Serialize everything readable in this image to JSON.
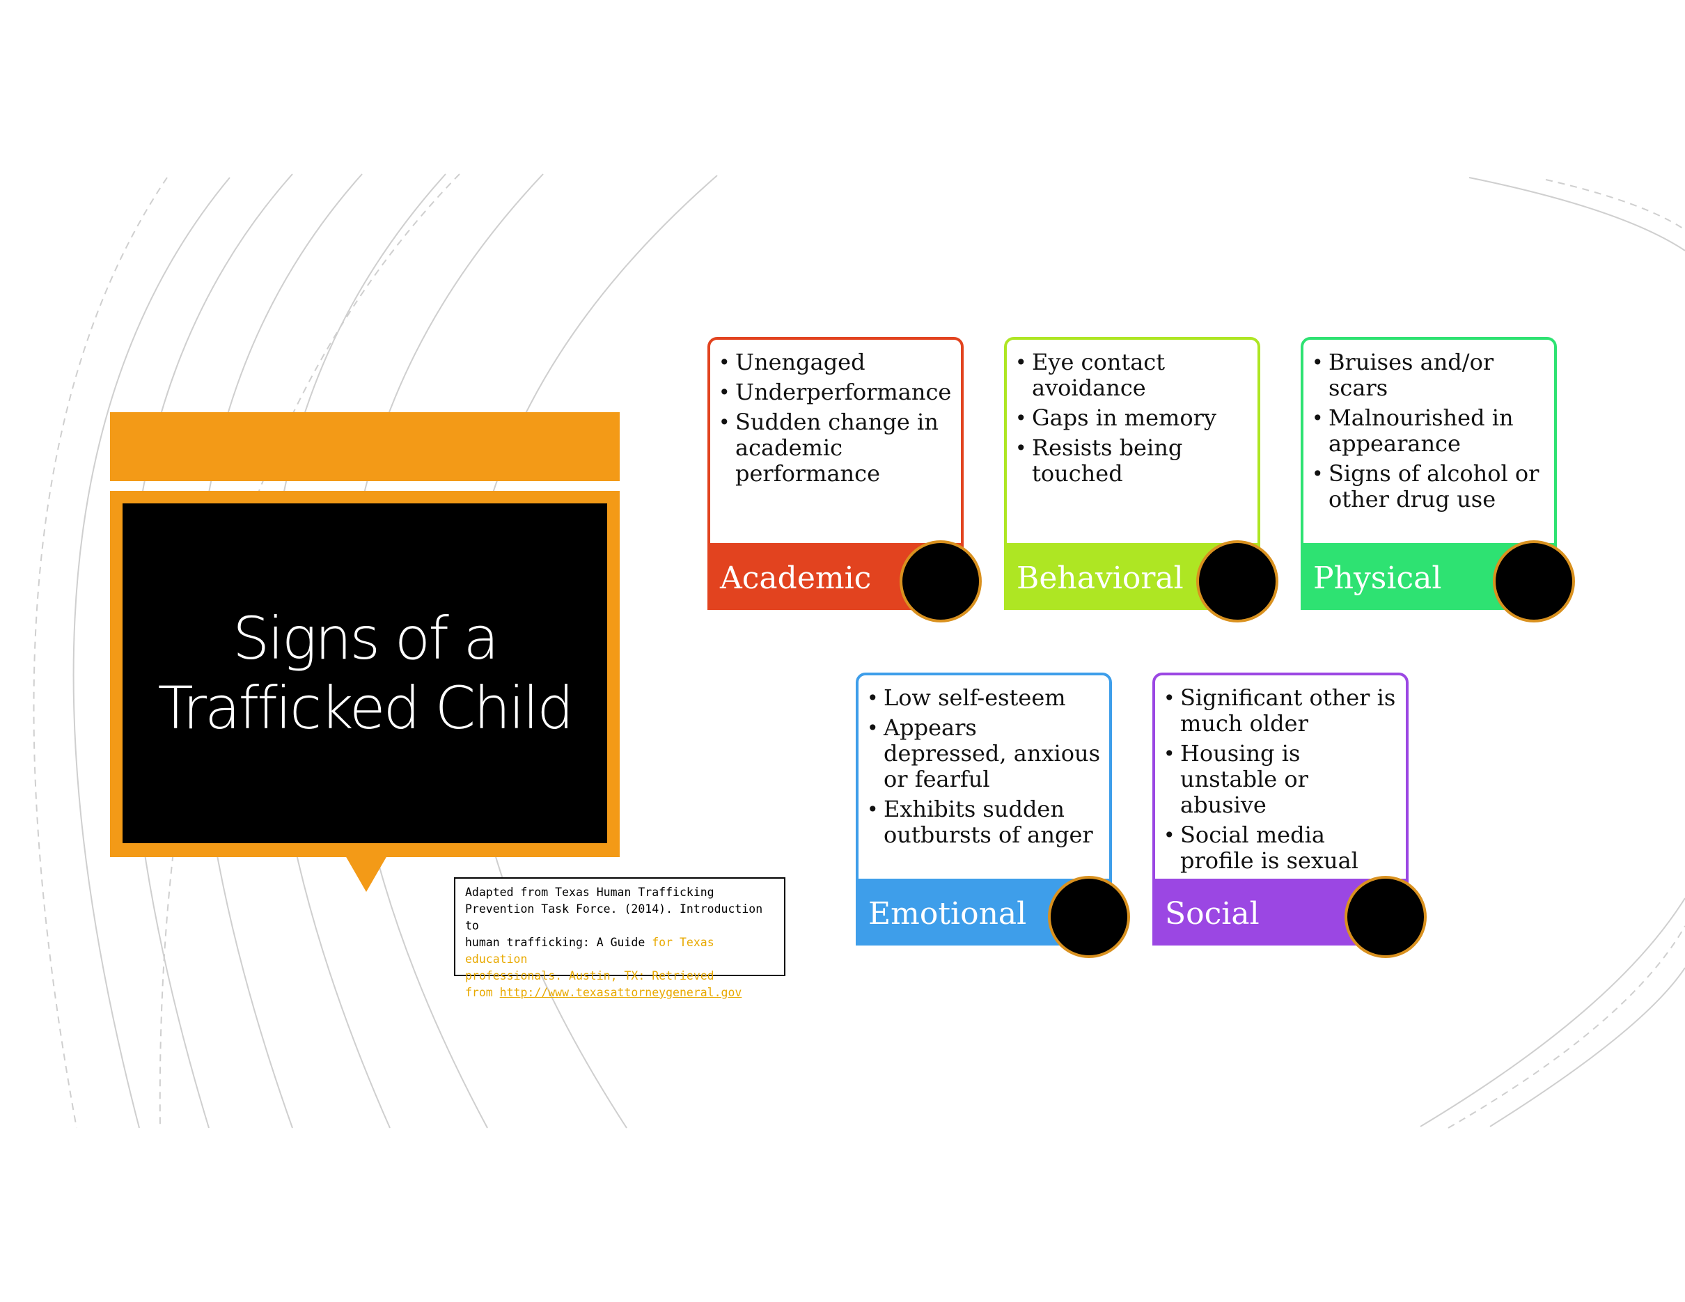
{
  "title": {
    "line1": "Signs of a",
    "line2": "Trafficked Child"
  },
  "citation": {
    "line1": "Adapted from Texas Human Trafficking",
    "line2": "Prevention Task Force. (2014). Introduction to",
    "line3a": "human trafficking: A Guide ",
    "line3b": "for Texas education",
    "line4": "professionals. Austin, TX: Retrieved",
    "line5a": "from ",
    "line5b": "http://www.texasattorneygeneral.gov"
  },
  "categories": [
    {
      "label": "Academic",
      "color": "#E2431F",
      "items": [
        "Unengaged",
        "Underperformance",
        "Sudden change in academic performance"
      ]
    },
    {
      "label": "Behavioral",
      "color": "#AEE623",
      "items": [
        "Eye contact avoidance",
        "Gaps in memory",
        "Resists being touched"
      ]
    },
    {
      "label": "Physical",
      "color": "#2EE272",
      "items": [
        "Bruises and/or scars",
        "Malnourished in appearance",
        "Signs of alcohol or other drug use"
      ]
    },
    {
      "label": "Emotional",
      "color": "#3E9EEA",
      "items": [
        "Low self-esteem",
        "Appears depressed, anxious or fearful",
        "Exhibits sudden outbursts of anger"
      ]
    },
    {
      "label": "Social",
      "color": "#9B47E3",
      "items": [
        "Significant other is much older",
        "Housing is unstable or abusive",
        "Social media profile is sexual"
      ]
    }
  ]
}
